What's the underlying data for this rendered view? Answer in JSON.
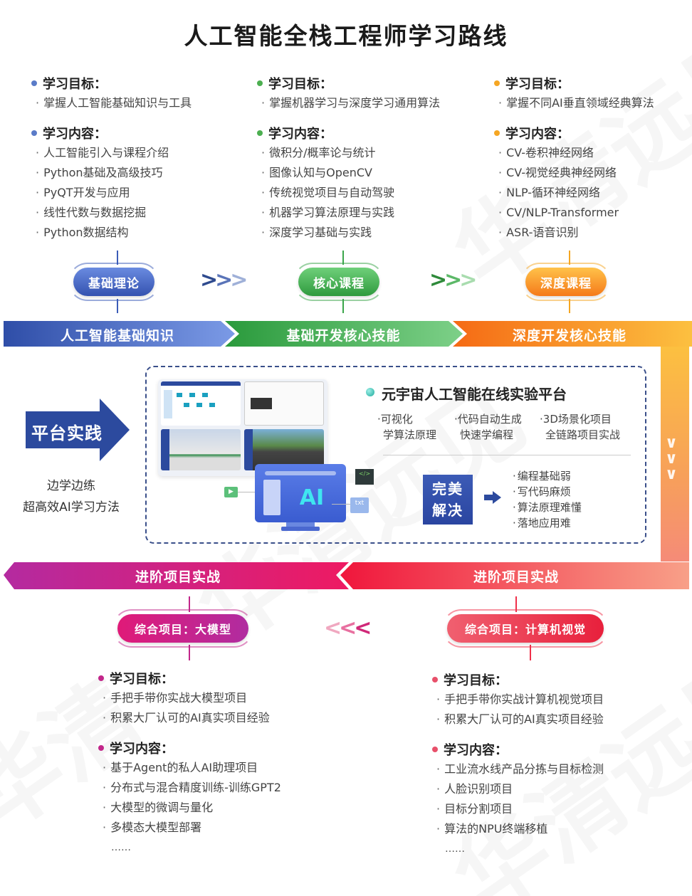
{
  "title": "人工智能全栈工程师学习路线",
  "colors": {
    "blue": "#3b5cb8",
    "green": "#3aa54a",
    "orange": "#f5821f",
    "magenta": "#c2268a",
    "red": "#f0304a",
    "navy": "#2c4a9e"
  },
  "stages": [
    {
      "goal_heading": "学习目标：",
      "goals": [
        "掌握人工智能基础知识与工具"
      ],
      "content_heading": "学习内容：",
      "contents": [
        "人工智能引入与课程介绍",
        "Python基础及高级技巧",
        "PyQT开发与应用",
        "线性代数与数据挖掘",
        "Python数据结构"
      ],
      "pill": "基础理论",
      "band": "人工智能基础知识",
      "dot_color": "#5a7bc8"
    },
    {
      "goal_heading": "学习目标：",
      "goals": [
        "掌握机器学习与深度学习通用算法"
      ],
      "content_heading": "学习内容：",
      "contents": [
        "微积分/概率论与统计",
        "图像认知与OpenCV",
        "传统视觉项目与自动驾驶",
        "机器学习算法原理与实践",
        "深度学习基础与实践"
      ],
      "pill": "核心课程",
      "band": "基础开发核心技能",
      "dot_color": "#4caf50"
    },
    {
      "goal_heading": "学习目标：",
      "goals": [
        "掌握不同AI垂直领域经典算法"
      ],
      "content_heading": "学习内容：",
      "contents": [
        "CV-卷积神经网络",
        "CV-视觉经典神经网络",
        "NLP-循环神经网络",
        "CV/NLP-Transformer",
        "ASR-语音识别"
      ],
      "pill": "深度课程",
      "band": "深度开发核心技能",
      "dot_color": "#f5a623"
    }
  ],
  "practice": {
    "arrow_label": "平台实践",
    "caption_line1": "边学边练",
    "caption_line2": "超高效AI学习方法",
    "platform_title": "元宇宙人工智能在线实验平台",
    "features": [
      {
        "line1": "可视化",
        "line2": "学算法原理"
      },
      {
        "line1": "代码自动生成",
        "line2": "快速学编程"
      },
      {
        "line1": "3D场景化项目",
        "line2": "全链路项目实战"
      }
    ],
    "solve_label_line1": "完美",
    "solve_label_line2": "解决",
    "pain_points": [
      "编程基础弱",
      "写代码麻烦",
      "算法原理难懂",
      "落地应用难"
    ],
    "monitor_label": "AI",
    "txt_label": "txt",
    "code_label": "</>"
  },
  "advanced": {
    "band_left": "进阶项目实战",
    "band_right": "进阶项目实战",
    "projects": [
      {
        "pill": "综合项目：大模型",
        "goal_heading": "学习目标：",
        "goals": [
          "手把手带你实战大模型项目",
          "积累大厂认可的AI真实项目经验"
        ],
        "content_heading": "学习内容：",
        "contents": [
          "基于Agent的私人AI助理项目",
          "分布式与混合精度训练-训练GPT2",
          "大模型的微调与量化",
          "多模态大模型部署"
        ],
        "ellipsis": "……",
        "dot_color": "#c2268a"
      },
      {
        "pill": "综合项目：计算机视觉",
        "goal_heading": "学习目标：",
        "goals": [
          "手把手带你实战计算机视觉项目",
          "积累大厂认可的AI真实项目经验"
        ],
        "content_heading": "学习内容：",
        "contents": [
          "工业流水线产品分拣与目标检测",
          "人脸识别项目",
          "目标分割项目",
          "算法的NPU终端移植"
        ],
        "ellipsis": "……",
        "dot_color": "#e8506a"
      }
    ]
  }
}
